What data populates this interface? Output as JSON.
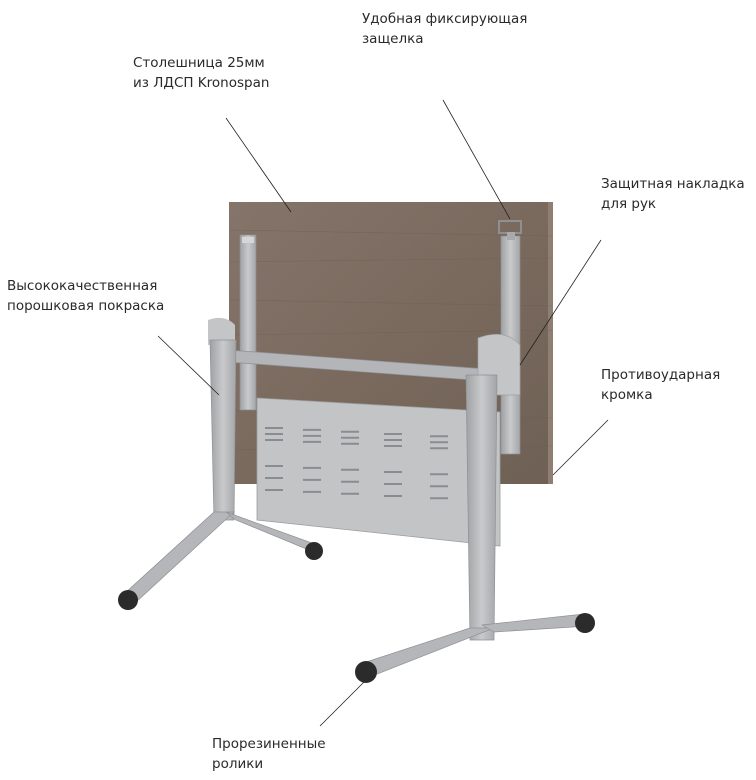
{
  "callouts": {
    "latch": {
      "line1": "Удобная фиксирующая",
      "line2": "защелка"
    },
    "tabletop": {
      "line1": "Столешница 25мм",
      "line2": "из ЛДСП Kronospan"
    },
    "hand_guard": {
      "line1": "Защитная накладка",
      "line2": "для рук"
    },
    "coating": {
      "line1": "Высококачественная",
      "line2": "порошковая покраска"
    },
    "edge": {
      "line1": "Противоударная",
      "line2": "кромка"
    },
    "wheels": {
      "line1": "Прорезиненные",
      "line2": "ролики"
    }
  },
  "colors": {
    "wood": "#7b6a5d",
    "metal": "#b9babc",
    "metal_dark": "#8e9093",
    "wheel": "#2b2b2b"
  }
}
